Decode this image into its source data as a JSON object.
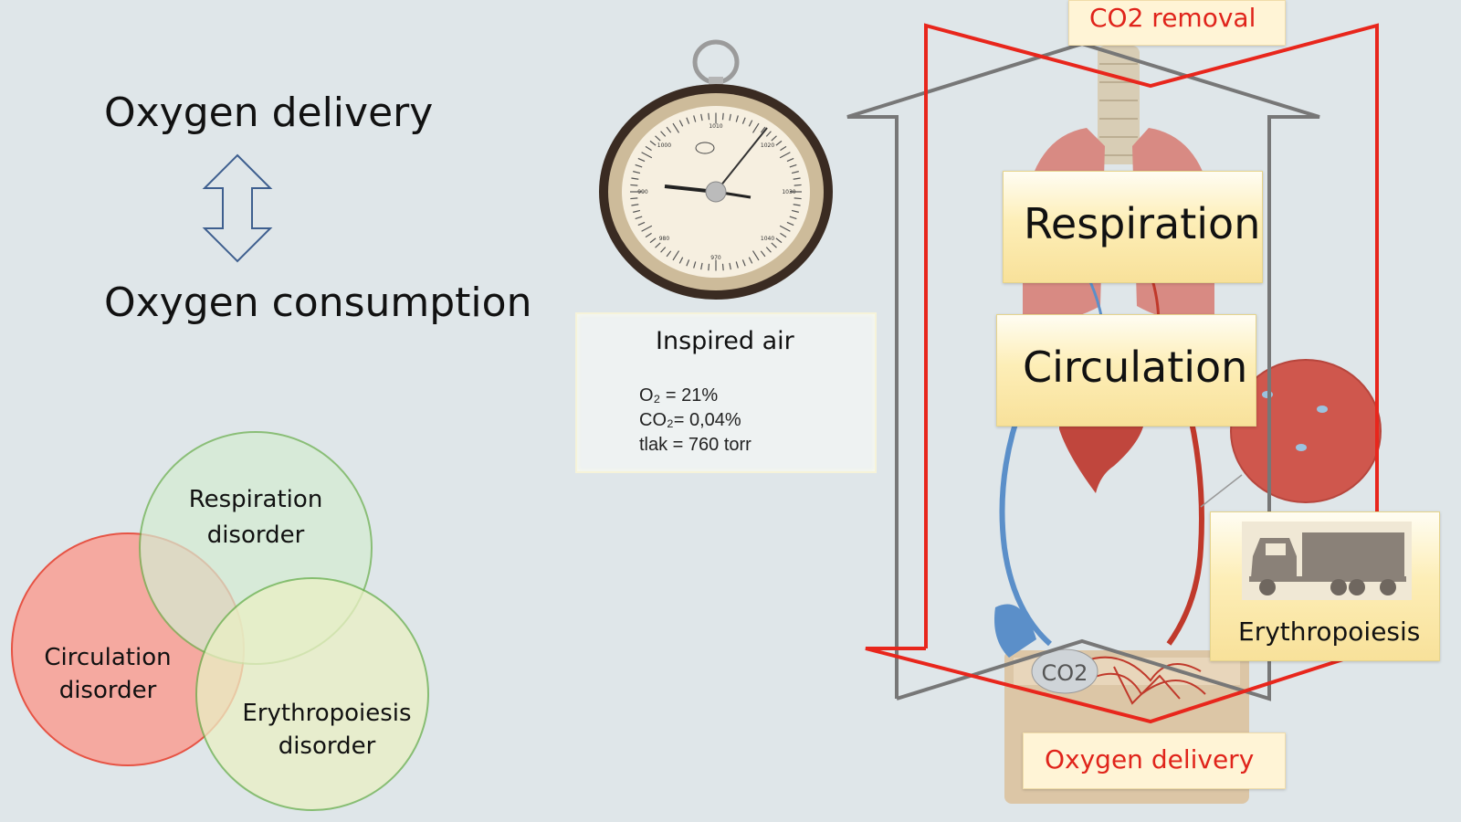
{
  "headings": {
    "oxygen_delivery": "Oxygen delivery",
    "oxygen_consumption": "Oxygen consumption"
  },
  "venn": {
    "respiration": "Respiration\ndisorder",
    "circulation": "Circulation\ndisorder",
    "erythropoiesis": "Erythropoiesis\ndisorder",
    "colors": {
      "respiration_fill": "#d5ecd2",
      "respiration_stroke": "#6ab04c",
      "circulation_fill": "#f7a69d",
      "circulation_stroke": "#e74c3c",
      "erythropoiesis_fill": "#eaf0c4",
      "erythropoiesis_stroke": "#6ab04c"
    }
  },
  "inspired_air": {
    "title": "Inspired air",
    "o2": "O₂ = 21%",
    "co2": "CO₂= 0,04%",
    "pressure": "tlak = 760 torr"
  },
  "barometer": {
    "tick_labels": [
      "1010",
      "1020",
      "1030",
      "1040",
      "970",
      "980",
      "990",
      "1000"
    ]
  },
  "physiology": {
    "co2_removal": "CO2 removal",
    "respiration": "Respiration",
    "circulation": "Circulation",
    "erythropoiesis": "Erythropoiesis",
    "oxygen_delivery": "Oxygen delivery",
    "co2_tag": "CO2",
    "colors": {
      "frame_red": "#e8261c",
      "frame_gray": "#777777",
      "label_red": "#e0241b"
    }
  }
}
